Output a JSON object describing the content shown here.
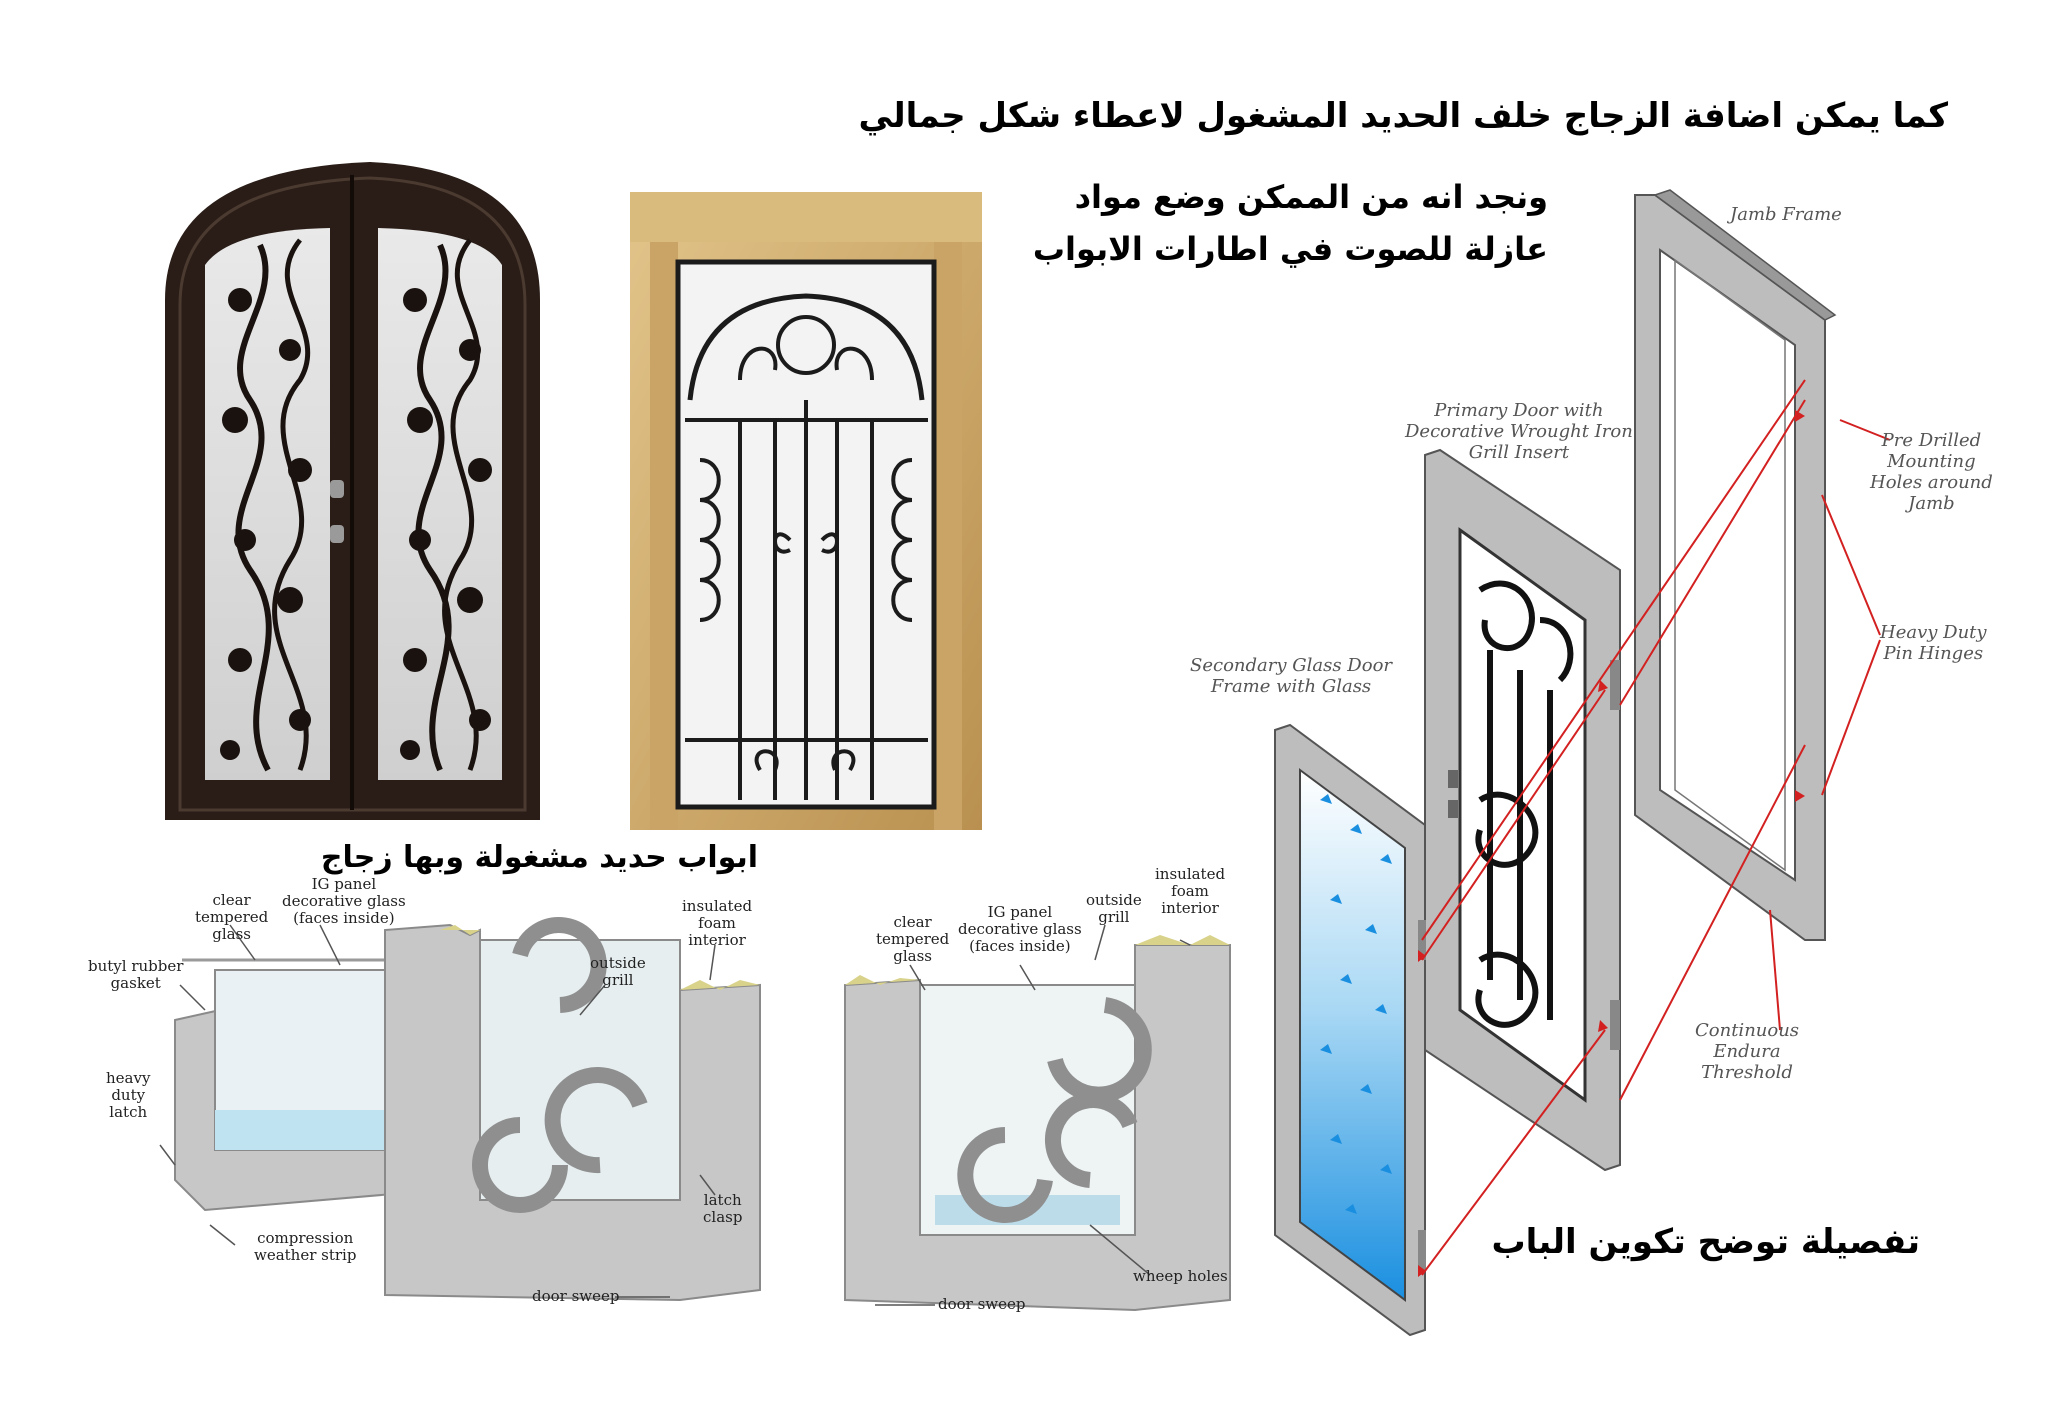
{
  "headings": {
    "top": "كما يمكن اضافة الزجاج خلف الحديد المشغول لاعطاء شكل جمالي",
    "sound_line1": "ونجد انه من الممكن وضع مواد",
    "sound_line2": "عازلة للصوت في اطارات الابواب",
    "caption_photos": "ابواب حديد مشغولة وبها زجاج",
    "caption_detail": "تفصيلة توضح تكوين الباب"
  },
  "exploded_labels": {
    "jamb_frame": "Jamb Frame",
    "primary_door": "Primary Door with\nDecorative Wrought Iron\nGrill Insert",
    "secondary_door": "Secondary Glass Door\nFrame with Glass",
    "pre_drilled": "Pre Drilled\nMounting\nHoles around\nJamb",
    "pin_hinges": "Heavy Duty\nPin Hinges",
    "threshold": "Continuous\nEndura\nThreshold"
  },
  "section_left_labels": {
    "clear_glass": "clear\ntempered\nglass",
    "ig_panel": "IG panel\ndecorative glass\n(faces inside)",
    "butyl": "butyl rubber\ngasket",
    "latch": "heavy\nduty\nlatch",
    "compression": "compression\nweather strip",
    "outside_grill": "outside\ngrill",
    "insulated_foam": "insulated\nfoam\ninterior",
    "latch_clasp": "latch\nclasp",
    "door_sweep": "door sweep"
  },
  "section_right_labels": {
    "clear_glass": "clear\ntempered\nglass",
    "ig_panel": "IG panel\ndecorative glass\n(faces inside)",
    "outside_grill": "outside\ngrill",
    "insulated_foam": "insulated\nfoam\ninterior",
    "wheep_holes": "wheep holes",
    "door_sweep": "door sweep"
  },
  "colors": {
    "door_dark": "#2a1d17",
    "frame_gray": "#b9b9b9",
    "section_gray": "#c7c7c7",
    "glass_blue": "#3aa7e6",
    "accent_red": "#d32020",
    "wall_beige": "#c9a468"
  }
}
